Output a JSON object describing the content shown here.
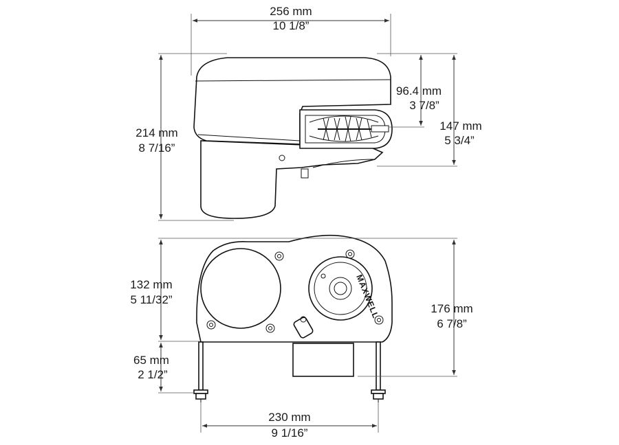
{
  "dimensions": {
    "top_width": {
      "metric": "256 mm",
      "imperial": "10 1/8”"
    },
    "overall_height": {
      "metric": "214 mm",
      "imperial": "8 7/16”"
    },
    "gypsy_height": {
      "metric": "96.4 mm",
      "imperial": "3 7/8”"
    },
    "deck_to_gypsy": {
      "metric": "147 mm",
      "imperial": "5 3/4”"
    },
    "above_deck": {
      "metric": "132 mm",
      "imperial": "5 11/32”"
    },
    "below_deck": {
      "metric": "65 mm",
      "imperial": "2 1/2”"
    },
    "side_height": {
      "metric": "176 mm",
      "imperial": "6 7/8”"
    },
    "stud_spacing": {
      "metric": "230 mm",
      "imperial": "9 1/16”"
    }
  },
  "brand": "MAXWELL"
}
